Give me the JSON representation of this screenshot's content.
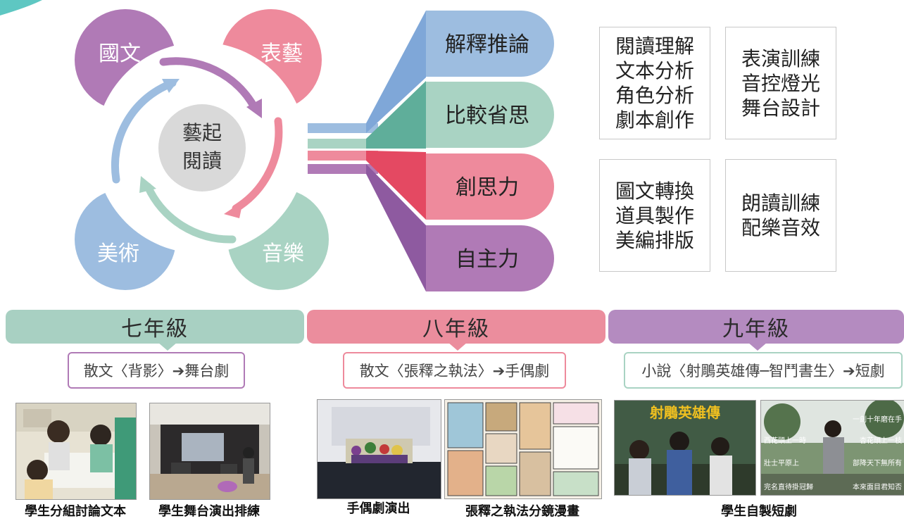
{
  "cycle": {
    "center": [
      "藝起",
      "閱讀"
    ],
    "petals": {
      "chinese": "國文",
      "performing_arts": "表藝",
      "fine_arts": "美術",
      "music": "音樂"
    }
  },
  "abilities": [
    "解釋推論",
    "比較省思",
    "創思力",
    "自主力"
  ],
  "skill_boxes": [
    [
      "閱讀理解",
      "文本分析",
      "角色分析",
      "劇本創作"
    ],
    [
      "表演訓練",
      "音控燈光",
      "舞台設計"
    ],
    [
      "圖文轉換",
      "道具製作",
      "美編排版"
    ],
    [
      "朗讀訓練",
      "配樂音效"
    ]
  ],
  "grades": [
    {
      "label": "七年級",
      "topic": "散文〈背影〉➔舞台劇",
      "captions": [
        "學生分組討論文本",
        "學生舞台演出排練"
      ]
    },
    {
      "label": "八年級",
      "topic": "散文〈張釋之執法〉➔手偶劇",
      "captions": [
        "手偶劇演出",
        "張釋之執法分鏡漫畫"
      ]
    },
    {
      "label": "九年級",
      "topic": "小說〈射鵰英雄傳─智鬥書生〉➔短劇",
      "captions": [
        "學生自製短劇"
      ]
    }
  ],
  "photo_text": {
    "video_title": "射鵰英雄傳",
    "subtitles_left": [
      "西花頭上一時",
      "壯士平原上",
      "完名直待掛冠歸"
    ],
    "subtitles_right": [
      "一劍十年磨在手",
      "杏花頭上一枝",
      "部降天下無所有",
      "本來面目君知否"
    ]
  },
  "colors": {
    "purple": "#b07ab6",
    "pink": "#ee8a9c",
    "blue": "#9dbde0",
    "green": "#a9d3c3",
    "center": "#d9d9d9",
    "grade7": "#a8d0c2",
    "grade8": "#eb8d9d",
    "grade9": "#b48bc0"
  }
}
